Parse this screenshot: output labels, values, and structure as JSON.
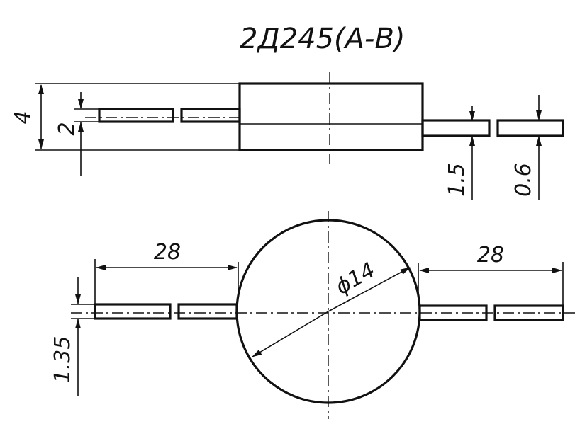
{
  "drawing": {
    "title": "2Д245(А-В)",
    "dims": {
      "height_body": "4",
      "lead_thickness": "2",
      "lead_side_dim": "1.5",
      "lead_end_dim": "0.6",
      "lead_length_left": "28",
      "lead_length_right": "28",
      "diameter": "ϕ14",
      "lead_width": "1.35"
    }
  }
}
